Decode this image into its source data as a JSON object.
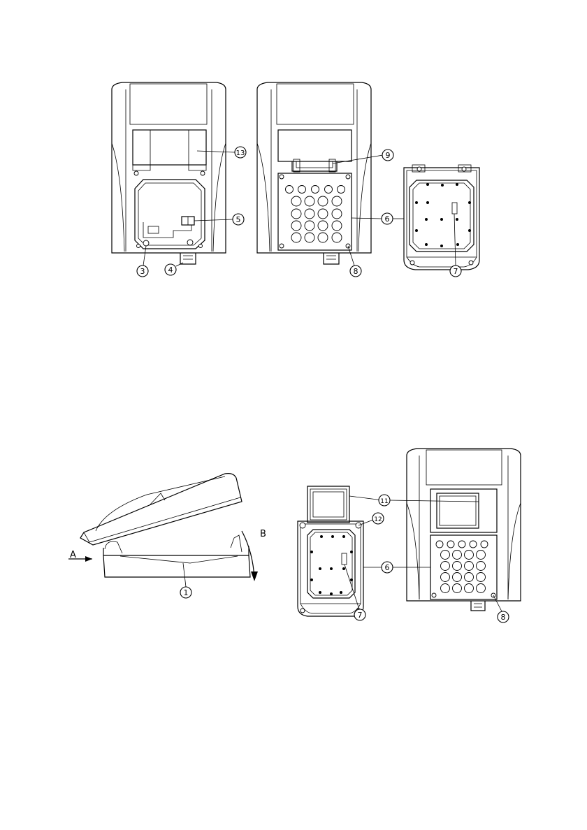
{
  "figure": {
    "callouts": {
      "c13": "13",
      "c5": "5",
      "c3": "3",
      "c4": "4",
      "c9": "9",
      "c6a": "6",
      "c8a": "8",
      "c7a": "7",
      "c11": "11",
      "c12": "12",
      "c6b": "6",
      "c7b": "7",
      "c8b": "8",
      "c1": "1"
    },
    "arrow_a": "A",
    "arrow_b": "B"
  }
}
